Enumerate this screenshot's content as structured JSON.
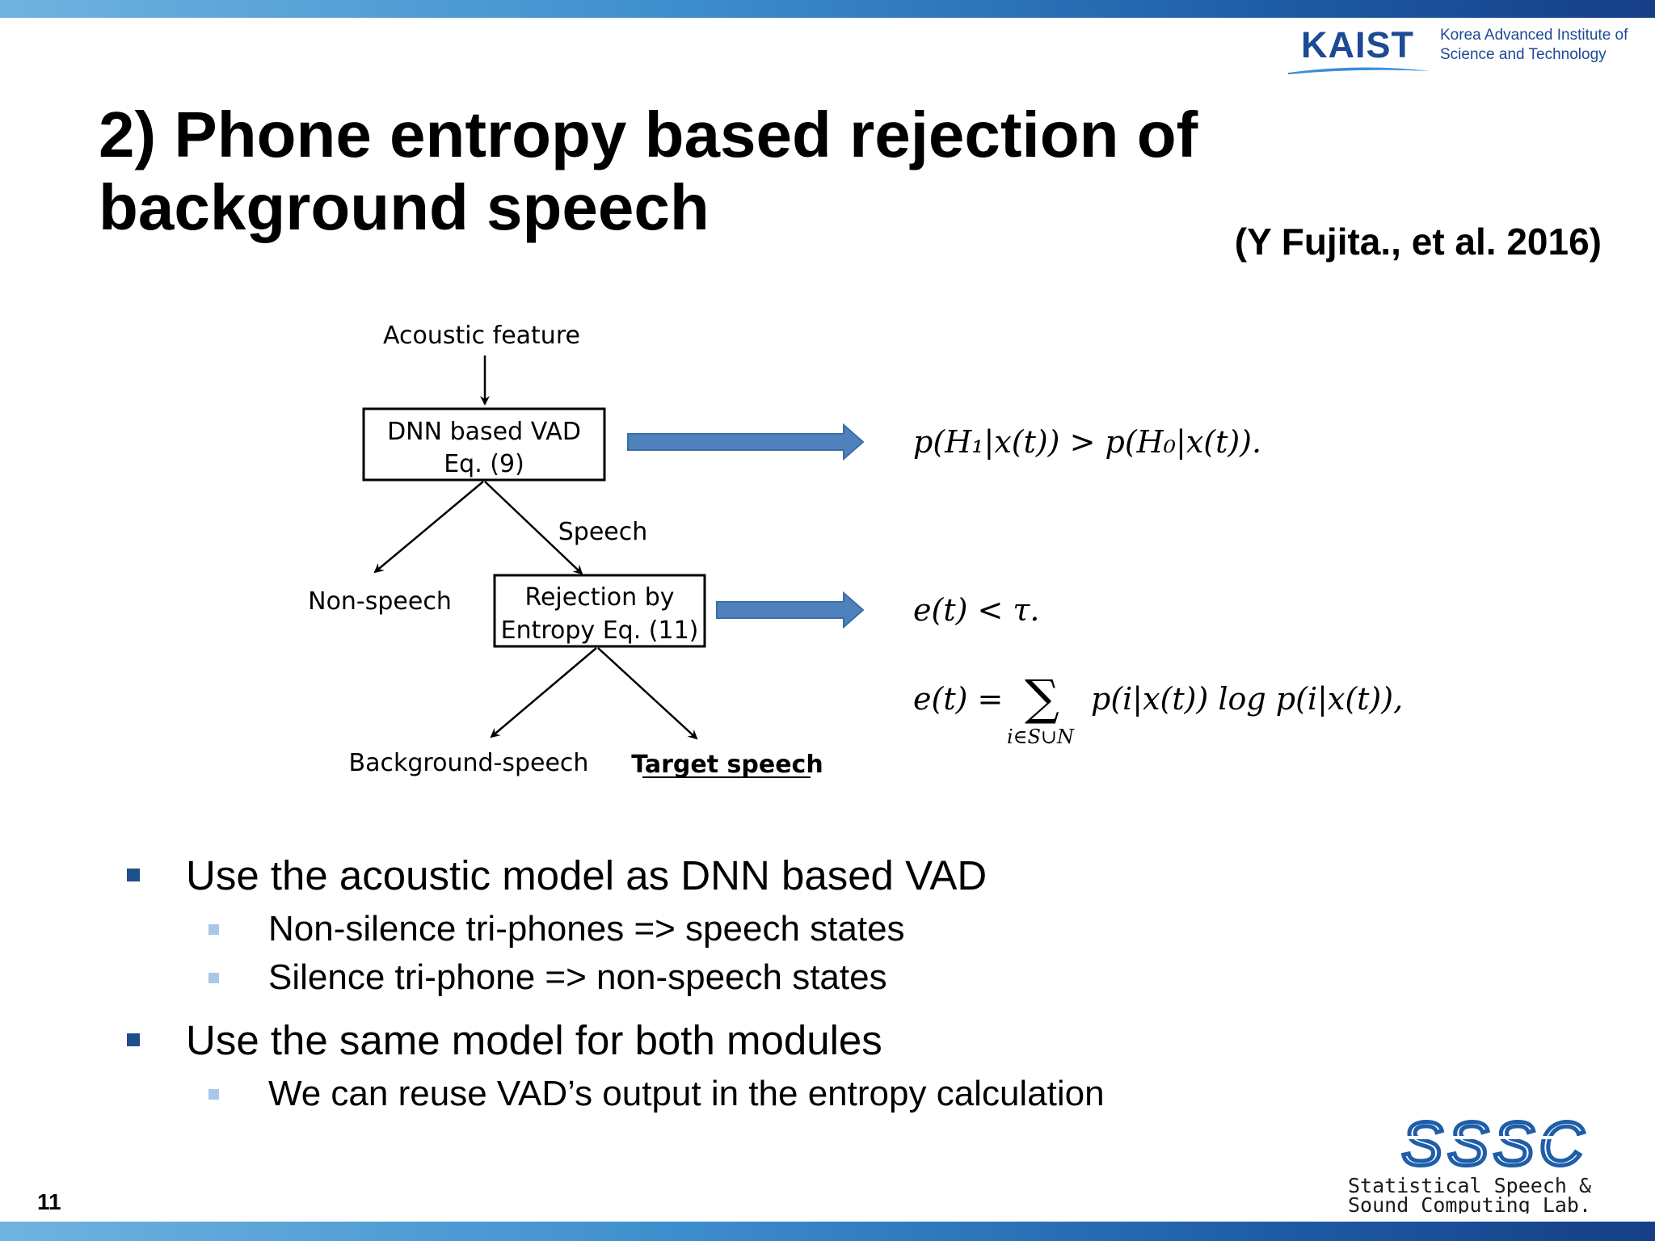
{
  "slide": {
    "title": "2) Phone entropy based rejection of background speech",
    "citation": "(Y Fujita., et al. 2016)",
    "page_number": "11"
  },
  "logos": {
    "kaist": {
      "wordmark": "KAIST",
      "subtitle_line1": "Korea Advanced Institute of",
      "subtitle_line2": "Science and Technology"
    },
    "sssc": {
      "wordmark": "SSSC",
      "line1": "Statistical Speech &",
      "line2": "Sound Computing Lab."
    }
  },
  "diagram": {
    "input_label": "Acoustic feature",
    "vad_box_line1": "DNN based VAD",
    "vad_box_line2": "Eq. (9)",
    "speech_label": "Speech",
    "nonspeech_label": "Non-speech",
    "rejection_box_line1": "Rejection by",
    "rejection_box_line2": "Entropy Eq. (11)",
    "background_label": "Background-speech",
    "target_label": "Target speech",
    "equations": {
      "vad_condition": "p(H₁|x(t)) > p(H₀|x(t)).",
      "entropy_condition": "e(t) < τ.",
      "entropy_lhs": "e(t) =",
      "entropy_sum": "∑",
      "entropy_sub": "i∈S∪N",
      "entropy_rhs": "p(i|x(t)) log p(i|x(t)),"
    },
    "colors": {
      "arrow_fill": "#4f81bd",
      "arrow_stroke": "#3a6ea5"
    }
  },
  "bullets": [
    {
      "text": "Use the acoustic model as DNN based VAD",
      "sub": [
        "Non-silence tri-phones => speech states",
        "Silence tri-phone => non-speech states"
      ]
    },
    {
      "text": "Use the same model for both modules",
      "sub": [
        "We can reuse VAD’s output in the entropy calculation"
      ]
    }
  ]
}
